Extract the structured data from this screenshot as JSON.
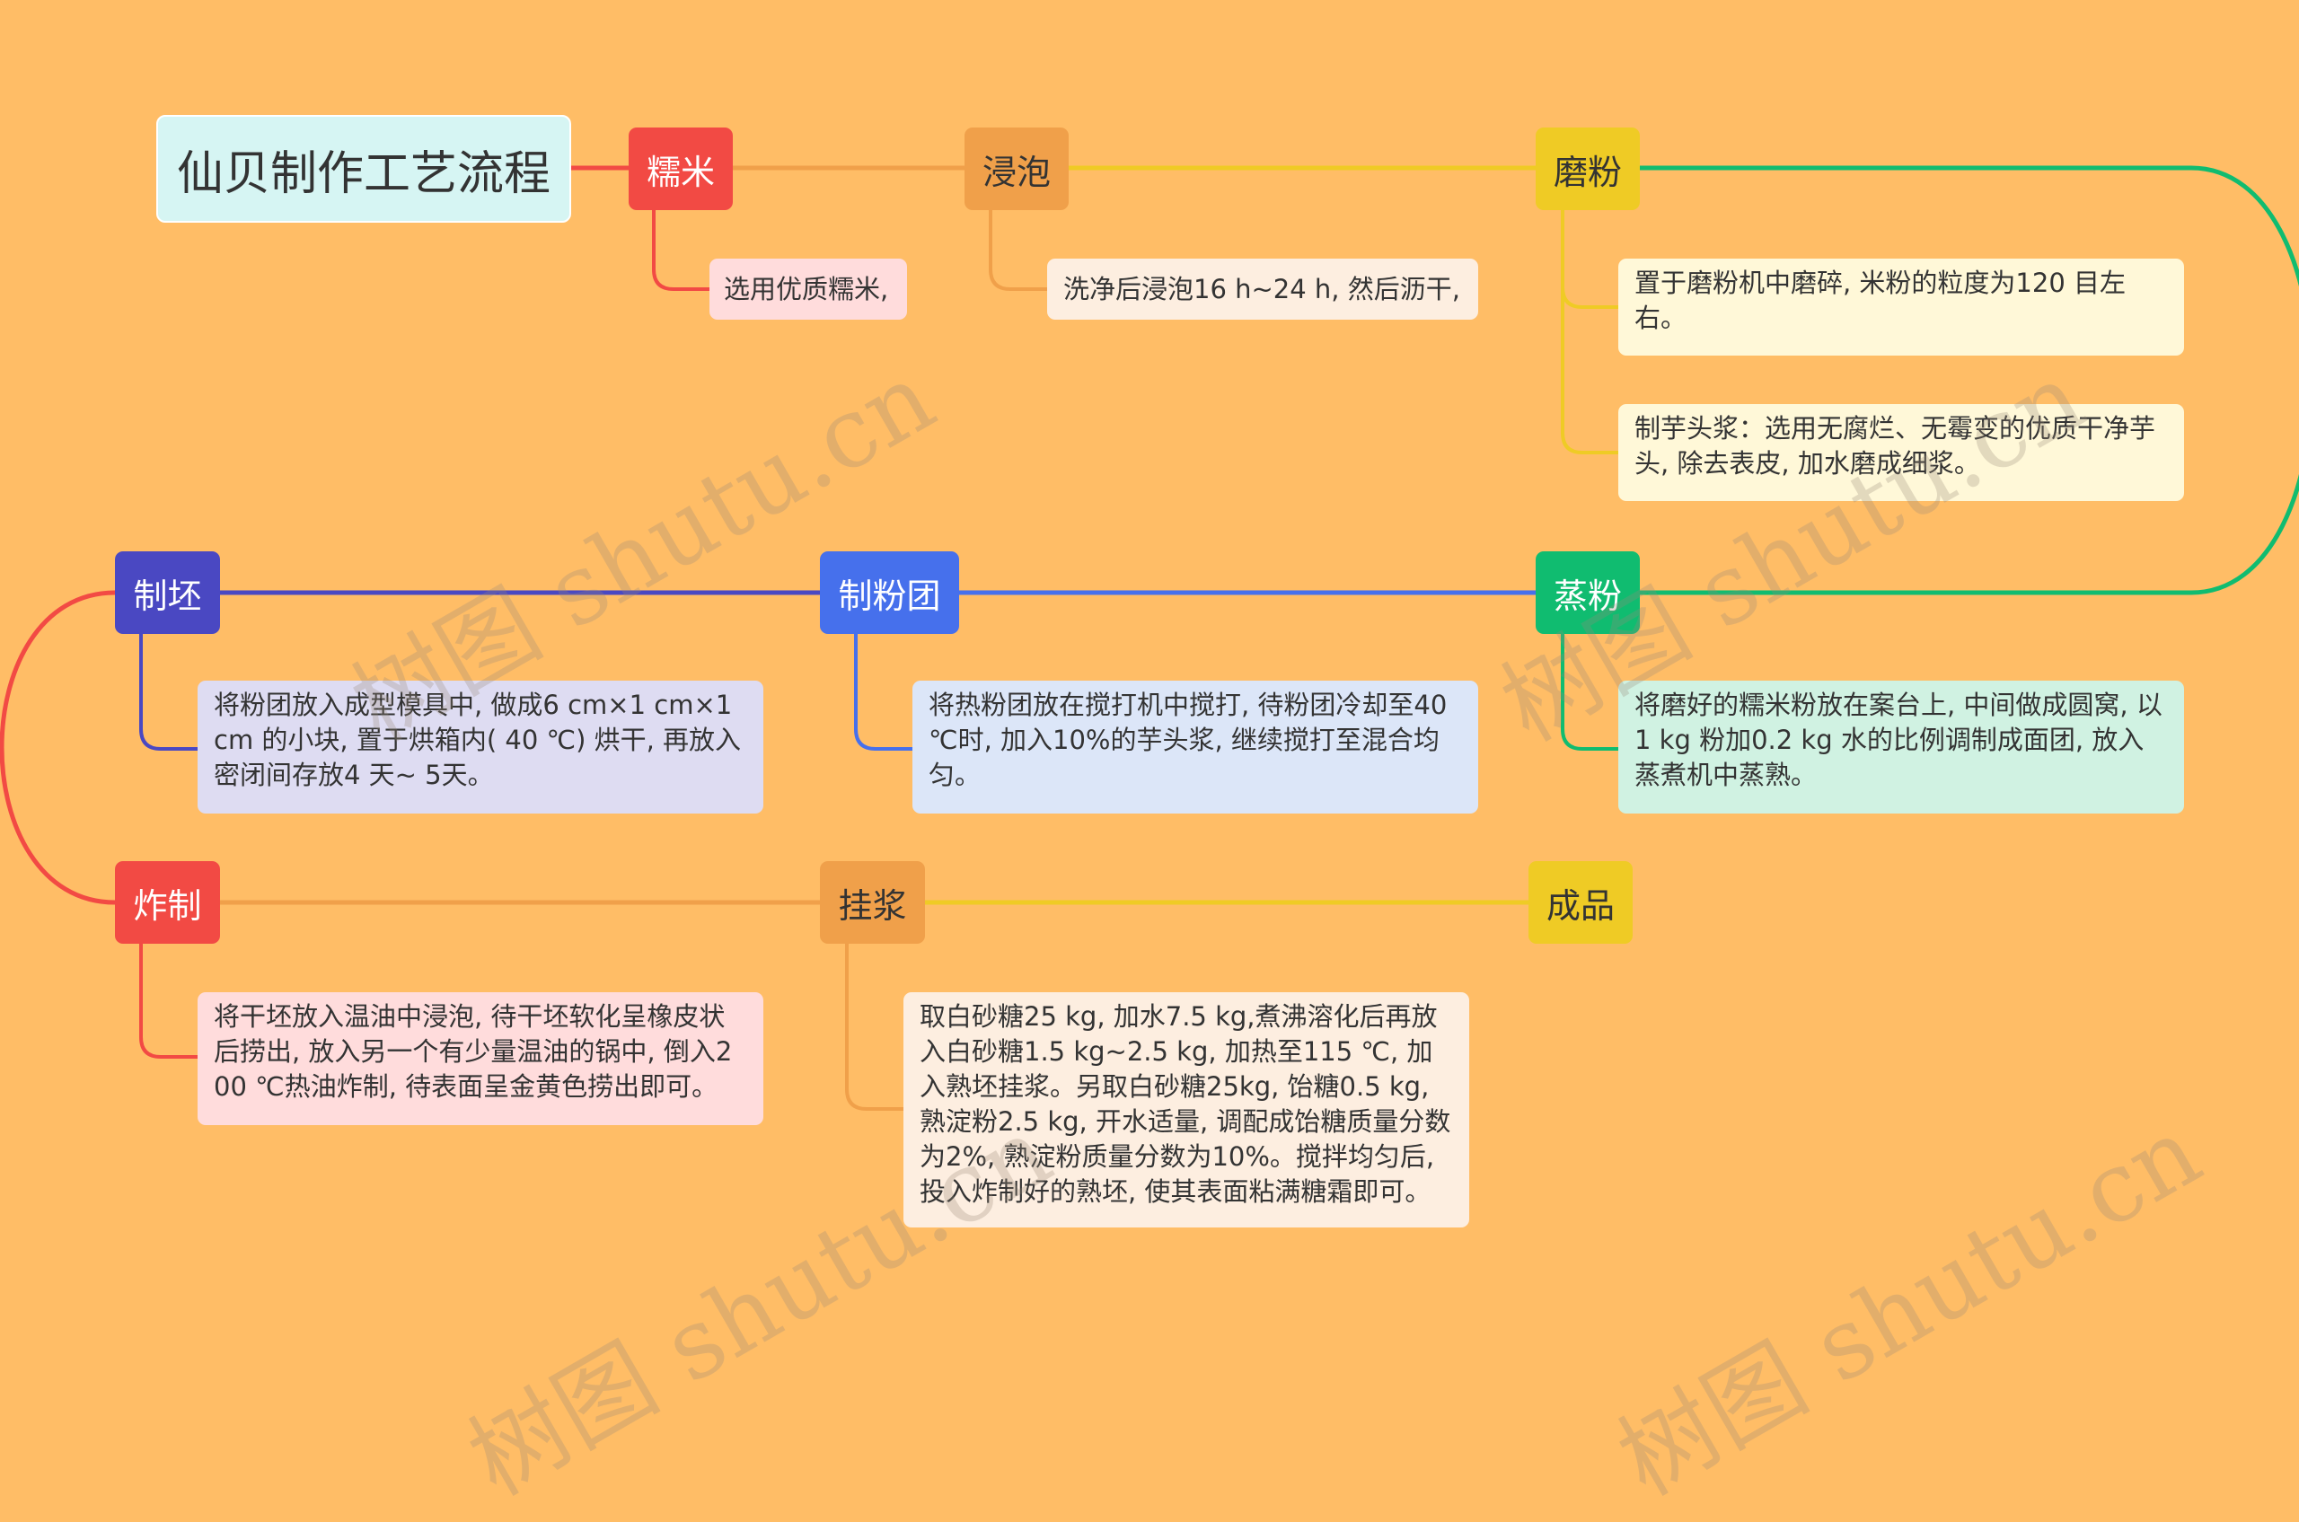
{
  "title": "仙贝制作工艺流程",
  "watermark": "树图 shutu.cn",
  "colors": {
    "background": "#FFBD66",
    "red": "#F24A44",
    "orange": "#F0A04A",
    "yellow": "#EFCB25",
    "green": "#10BC70",
    "indigo": "#4A48C2",
    "blue": "#4670EC"
  },
  "steps": {
    "s1": {
      "label": "糯米",
      "note": "选用优质糯米,"
    },
    "s2": {
      "label": "浸泡",
      "note": "洗净后浸泡16 h~24 h, 然后沥干,"
    },
    "s3": {
      "label": "磨粉",
      "note1": "置于磨粉机中磨碎, 米粉的粒度为120 目左右。",
      "note2": "制芋头浆：选用无腐烂、无霉变的优质干净芋头, 除去表皮, 加水磨成细浆。"
    },
    "s4": {
      "label": "蒸粉",
      "note": "将磨好的糯米粉放在案台上, 中间做成圆窝, 以1 kg 粉加0.2 kg 水的比例调制成面团, 放入蒸煮机中蒸熟。"
    },
    "s5": {
      "label": "制粉团",
      "note": "将热粉团放在搅打机中搅打, 待粉团冷却至40 ℃时, 加入10%的芋头浆, 继续搅打至混合均匀。"
    },
    "s6": {
      "label": "制坯",
      "note": "将粉团放入成型模具中, 做成6 cm×1 cm×1 cm 的小块, 置于烘箱内( 40 ℃) 烘干, 再放入密闭间存放4 天~ 5天。"
    },
    "s7": {
      "label": "炸制",
      "note": "将干坯放入温油中浸泡, 待干坯软化呈橡皮状后捞出, 放入另一个有少量温油的锅中, 倒入200 ℃热油炸制, 待表面呈金黄色捞出即可。"
    },
    "s8": {
      "label": "挂浆",
      "note": "取白砂糖25 kg, 加水7.5 kg,煮沸溶化后再放入白砂糖1.5 kg~2.5 kg, 加热至115 ℃, 加入熟坯挂浆。另取白砂糖25kg, 饴糖0.5 kg, 熟淀粉2.5 kg, 开水适量, 调配成饴糖质量分数为2%, 熟淀粉质量分数为10%。搅拌均匀后, 投入炸制好的熟坯, 使其表面粘满糖霜即可。"
    },
    "s9": {
      "label": "成品"
    }
  }
}
